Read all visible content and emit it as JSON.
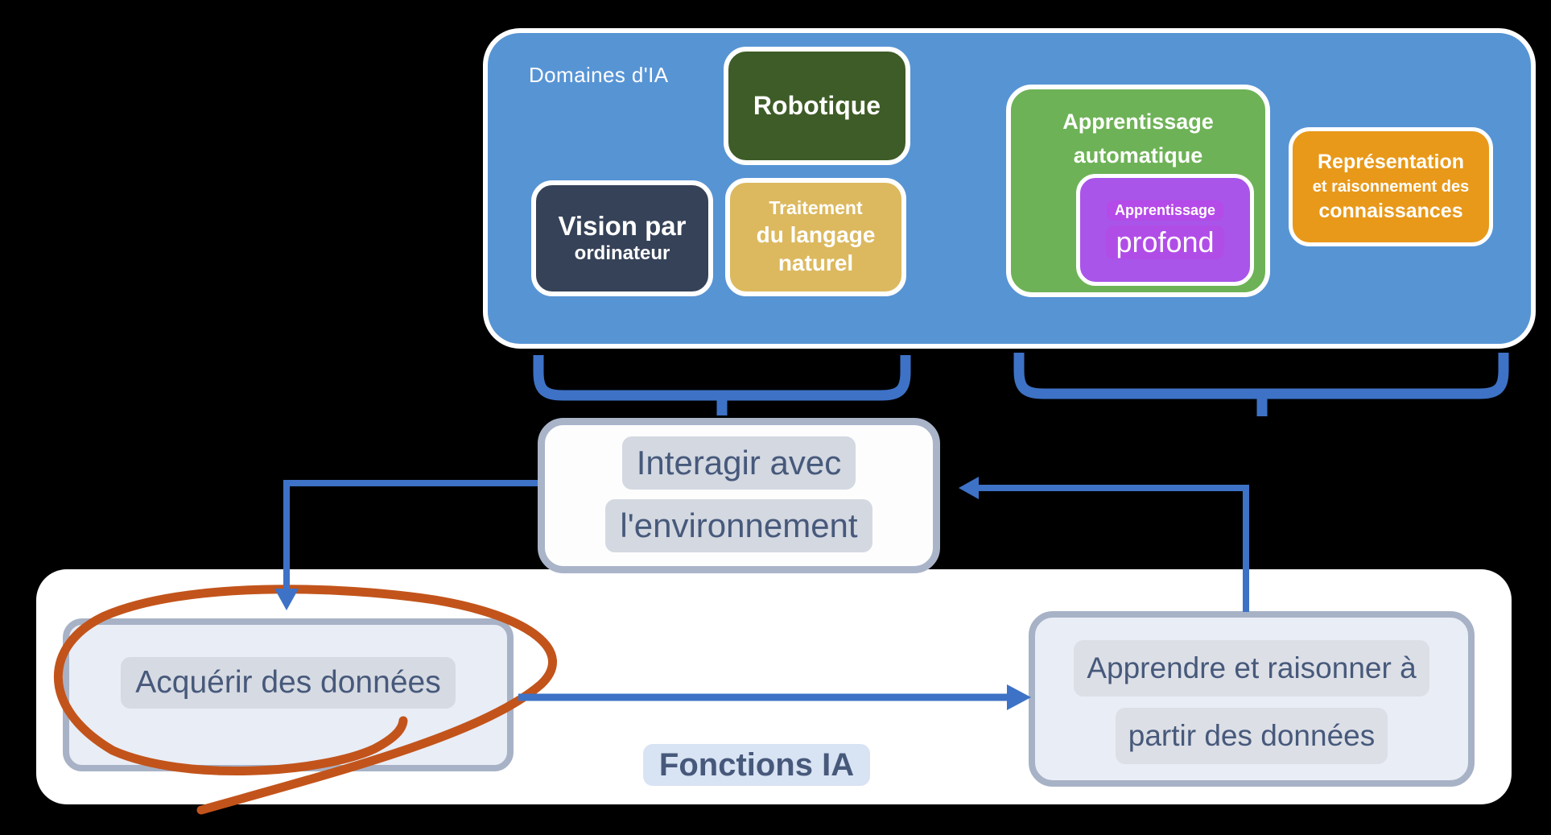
{
  "domains": {
    "panel_label": "Domaines d'IA",
    "robotique": {
      "label": "Robotique"
    },
    "vision": {
      "line1": "Vision par",
      "line2": "ordinateur"
    },
    "nlp": {
      "line1": "Traitement",
      "line2": "du langage",
      "line3": "naturel"
    },
    "ml": {
      "line1": "Apprentissage",
      "line2": "automatique"
    },
    "deep": {
      "line1": "Apprentissage",
      "line2": "profond"
    },
    "krr": {
      "line1": "Représentation",
      "line2": "et raisonnement des",
      "line3": "connaissances"
    }
  },
  "functions": {
    "panel_label": "Fonctions IA",
    "interact": {
      "line1": "Interagir avec",
      "line2": "l'environnement"
    },
    "acquire": {
      "label": "Acquérir des données"
    },
    "learn": {
      "line1": "Apprendre et raisonner à",
      "line2": "partir des données"
    }
  },
  "colors": {
    "canvas_bg": "#000000",
    "domains_panel_blue": "#5794d4",
    "robotique_green": "#3e5c27",
    "vision_navy": "#364258",
    "nlp_tan": "#dcb95f",
    "ml_green": "#6eb257",
    "deep_purple": "#a955e9",
    "krr_orange": "#e8991a",
    "connector_blue": "#3d72c6",
    "marker_orange": "#c2541b",
    "function_box_fill": "#e9edf6",
    "function_box_border": "#a8b2c6",
    "function_text_slate": "#47597b"
  }
}
